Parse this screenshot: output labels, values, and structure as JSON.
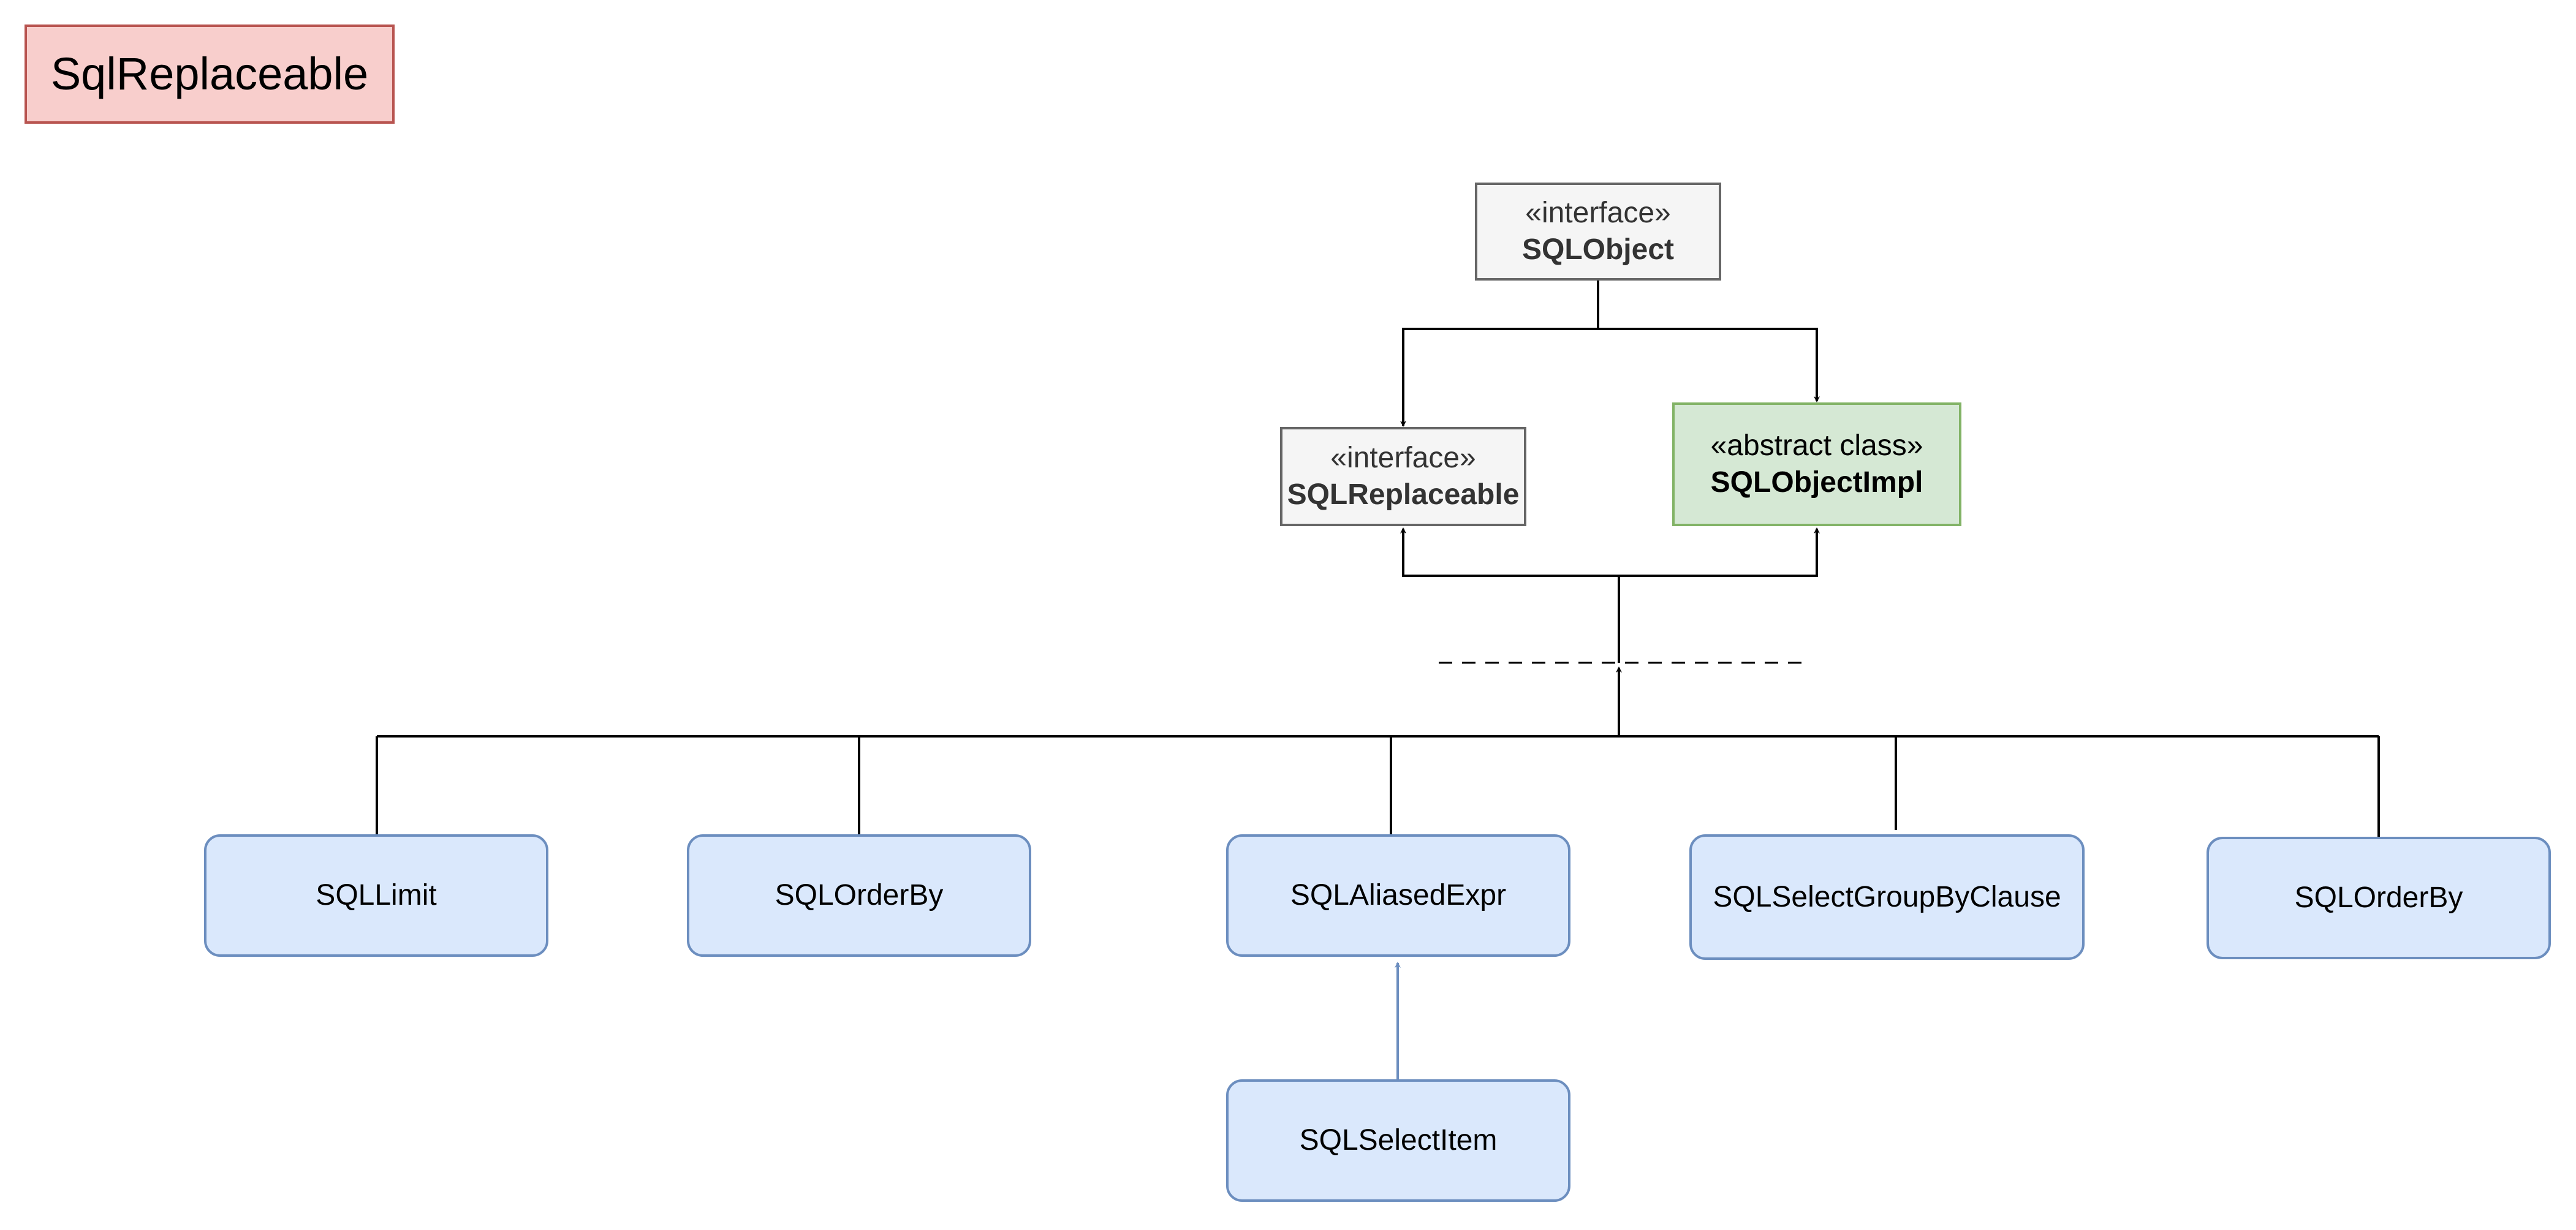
{
  "title": "SqlReplaceable",
  "nodes": {
    "sqlobject": {
      "stereotype": "«interface»",
      "name": "SQLObject"
    },
    "sqlreplaceable": {
      "stereotype": "«interface»",
      "name": "SQLReplaceable"
    },
    "sqlobjectimpl": {
      "stereotype": "«abstract class»",
      "name": "SQLObjectImpl"
    },
    "implementations": [
      {
        "name": "SQLLimit"
      },
      {
        "name": "SQLOrderBy"
      },
      {
        "name": "SQLAliasedExpr"
      },
      {
        "name": "SQLSelectGroupByClause"
      },
      {
        "name": "SQLOrderBy"
      }
    ],
    "subclass": {
      "name": "SQLSelectItem"
    }
  },
  "colors": {
    "title_fill": "#f8cecc",
    "title_stroke": "#b85450",
    "interface_fill": "#f5f5f5",
    "interface_stroke": "#666666",
    "abstract_fill": "#d5e8d4",
    "abstract_stroke": "#82b366",
    "impl_fill": "#dae8fc",
    "impl_stroke": "#6c8ebf",
    "edge": "#000000",
    "subclass_edge": "#6c8ebf"
  }
}
